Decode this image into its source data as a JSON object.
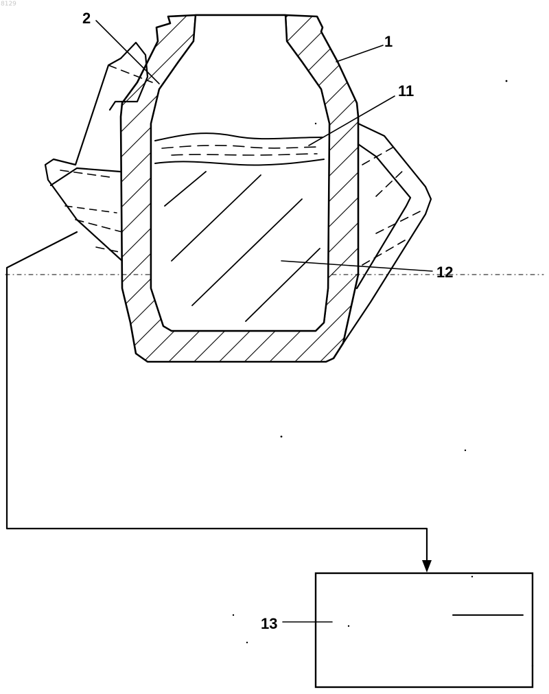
{
  "figure": {
    "corner_text": "8129",
    "labels": {
      "vessel": "1",
      "tapping_spout": "2",
      "slag_layer": "11",
      "melt": "12",
      "unit": "13"
    }
  }
}
